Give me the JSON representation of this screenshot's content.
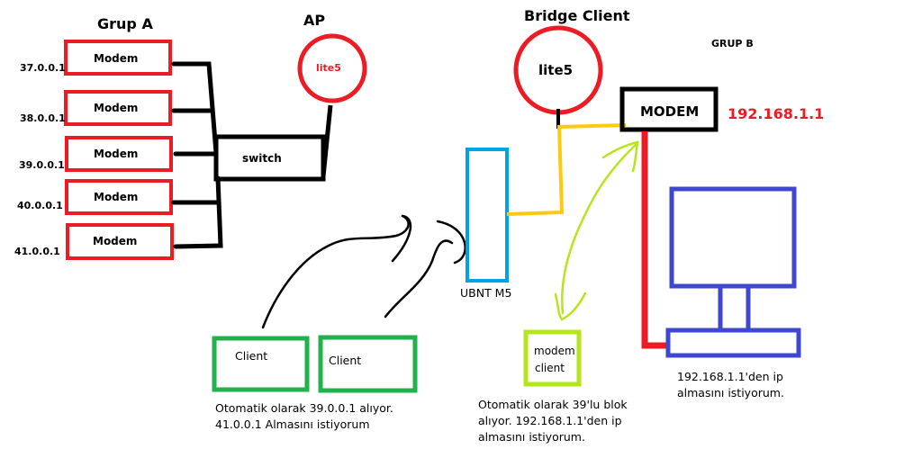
{
  "colors": {
    "red": "#ed1c24",
    "black": "#000000",
    "cyan": "#00a2e8",
    "yellow": "#ffc90e",
    "green": "#22b14c",
    "lime": "#b5e61d",
    "blue": "#3f48cc"
  },
  "grup_a": {
    "title": "Grup A",
    "modems": [
      {
        "label": "Modem",
        "ip": "37.0.0.1"
      },
      {
        "label": "Modem",
        "ip": "38.0.0.1"
      },
      {
        "label": "Modem",
        "ip": "39.0.0.1"
      },
      {
        "label": "Modem",
        "ip": "40.0.0.1"
      },
      {
        "label": "Modem",
        "ip": "41.0.0.1"
      }
    ],
    "switch_label": "switch"
  },
  "ap": {
    "title": "AP",
    "device": "lite5"
  },
  "bridge": {
    "title": "Bridge Client",
    "device": "lite5",
    "ubnt_label": "UBNT M5"
  },
  "grup_b": {
    "title": "GRUP B",
    "modem_label": "MODEM",
    "modem_ip": "192.168.1.1",
    "modem_client_line1": "modem",
    "modem_client_line2": "client"
  },
  "clients": [
    {
      "label": "Client"
    },
    {
      "label": "Client"
    }
  ],
  "notes": {
    "clients_line1": "Otomatik olarak 39.0.0.1 alıyor.",
    "clients_line2": "41.0.0.1 Almasını istiyorum",
    "modem_client_line1": "Otomatik olarak 39'lu blok",
    "modem_client_line2": "alıyor. 192.168.1.1'den ip",
    "modem_client_line3": "almasını istiyorum.",
    "pc_line1": "192.168.1.1'den ip",
    "pc_line2": "almasını istiyorum."
  }
}
